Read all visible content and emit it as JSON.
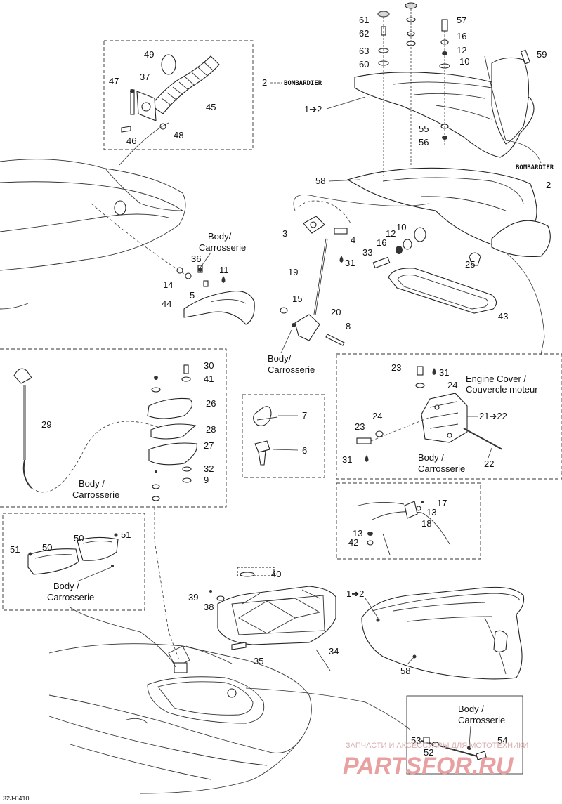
{
  "diagram": {
    "reference_code": "32J-0410",
    "brand_label": "BOMBARDIER",
    "texts": {
      "body_carrosserie": "Body/\nCarrosserie",
      "body_carrosserie_spaced": "Body /\nCarrosserie",
      "engine_cover": "Engine Cover /",
      "engine_cover_fr": "Couvercle moteur"
    },
    "watermark": {
      "line1": "ЗАПЧАСТИ И АКСЕССУАРЫ ДЛЯ МОТОТЕХНИКИ",
      "line2": "PARTSFOR.RU"
    },
    "callouts": {
      "c61": "61",
      "c62": "62",
      "c63": "63",
      "c60": "60",
      "c57": "57",
      "c16a": "16",
      "c12a": "12",
      "c10a": "10",
      "c59": "59",
      "c2a": "2",
      "c12b": "1➔2",
      "c55": "55",
      "c56": "56",
      "c2b": "2",
      "c58a": "58",
      "c49": "49",
      "c47": "47",
      "c37": "37",
      "c45": "45",
      "c46": "46",
      "c48": "48",
      "c3": "3",
      "c4": "4",
      "c31a": "31",
      "c10b": "10",
      "c12c": "12",
      "c16b": "16",
      "c33": "33",
      "c25": "25",
      "c19": "19",
      "c43": "43",
      "c36": "36",
      "c14a": "14",
      "c5": "5",
      "c11": "11",
      "c44": "44",
      "c15": "15",
      "c20": "20",
      "c8": "8",
      "c30": "30",
      "c41": "41",
      "c26": "26",
      "c28": "28",
      "c27": "27",
      "c32": "32",
      "c9": "9",
      "c29": "29",
      "c7": "7",
      "c6": "6",
      "c23a": "23",
      "c31b": "31",
      "c24a": "24",
      "c2122": "21➔22",
      "c24b": "24",
      "c23b": "23",
      "c31c": "31",
      "c22": "22",
      "c51a": "51",
      "c50a": "50",
      "c50b": "50",
      "c51b": "51",
      "c17": "17",
      "c13a": "13",
      "c18": "18",
      "c13b": "13",
      "c42": "42",
      "c40": "40",
      "c39": "39",
      "c38": "38",
      "c34": "34",
      "c35": "35",
      "c12d": "1➔2",
      "c58b": "58",
      "c53": "53",
      "c52": "52",
      "c54": "54"
    }
  }
}
